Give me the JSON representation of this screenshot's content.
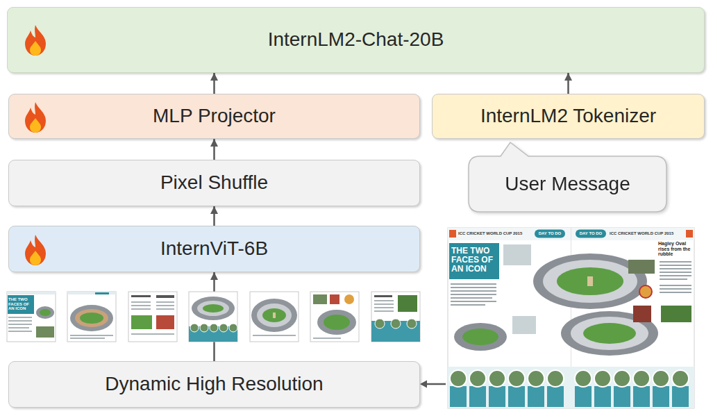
{
  "diagram": {
    "nodes": [
      {
        "text": [
          "InternLM2-Chat-20B"
        ]
      },
      {
        "text": [
          "MLP Projector"
        ]
      },
      {
        "text": [
          "InternLM2 Tokenizer"
        ]
      },
      {
        "text": [
          "Pixel Shuffle"
        ]
      },
      {
        "text": [
          "User Message"
        ]
      },
      {
        "text": [
          "InternViT-6B"
        ]
      },
      {
        "text": [
          "Dynamic High Resolution"
        ]
      }
    ],
    "edges": [
      {
        "from": 1,
        "to": 0,
        "arrow": "to"
      },
      {
        "from": 2,
        "to": 0,
        "arrow": "to"
      },
      {
        "from": 3,
        "to": 1,
        "arrow": "to"
      },
      {
        "from": 5,
        "to": 3,
        "arrow": "to"
      },
      {
        "from": 6,
        "to": 5,
        "arrow": "to"
      }
    ],
    "labels": [
      "ICC CRICKET WORLD CUP 2015",
      "DAY TO DO",
      "DAY TO DO",
      "ICC CRICKET WORLD CUP 2015",
      "THE TWO FACES OF AN ICON",
      "Hagley Oval rises from the rubble",
      "THE TWO FACES OF AN ICON"
    ]
  }
}
